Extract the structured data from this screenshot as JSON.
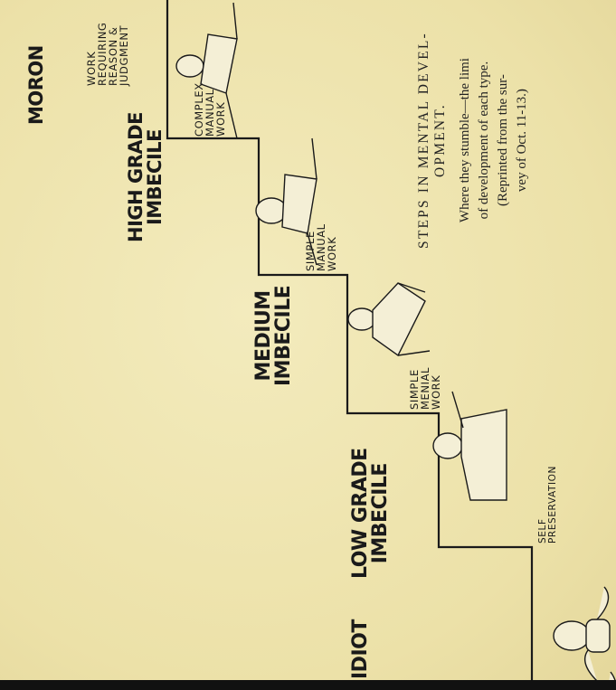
{
  "levels": {
    "idiot": "IDIOT",
    "low_grade_imbecile": [
      "LOW GRADE",
      "IMBECILE"
    ],
    "medium_imbecile": [
      "MEDIUM",
      "IMBECILE"
    ],
    "high_grade_imbecile": [
      "HIGH GRADE",
      "IMBECILE"
    ],
    "moron": "MORON"
  },
  "tasks": {
    "self_preservation": [
      "SELF",
      "PRESERVATION"
    ],
    "simple_menial_work": [
      "SIMPLE",
      "MENIAL",
      "WORK"
    ],
    "simple_manual_work": [
      "SIMPLE",
      "MANUAL",
      "WORK"
    ],
    "complex_manual_work": [
      "COMPLEX",
      "MANUAL",
      "WORK"
    ],
    "reasoning_work": [
      "WORK",
      "REQUIRING",
      "REASON &",
      "JUDGMENT"
    ]
  },
  "caption": {
    "heading": [
      "STEPS IN MENTAL DEVEL-",
      "OPMENT."
    ],
    "body": [
      "Where they stumble—the limi",
      "of development of each type.",
      "(Reprinted from the sur-",
      "vey of Oct. 11-13.)"
    ]
  }
}
